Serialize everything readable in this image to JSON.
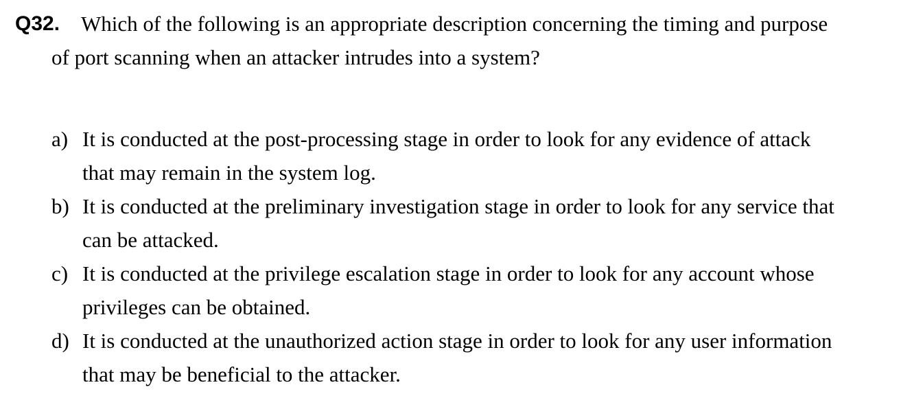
{
  "page": {
    "background_color": "#ffffff",
    "text_color": "#000000"
  },
  "question": {
    "number": "Q32.",
    "lines": [
      "Which of the following is an appropriate description concerning the timing and purpose",
      "of port scanning when an attacker intrudes into a system?"
    ]
  },
  "options": [
    {
      "marker": "a)",
      "lines": [
        "It is conducted at the post-processing stage in order to look for any evidence of attack",
        "that may remain in the system log."
      ]
    },
    {
      "marker": "b)",
      "lines": [
        "It is conducted at the preliminary investigation stage in order to look for any service that",
        "can be attacked."
      ]
    },
    {
      "marker": "c)",
      "lines": [
        "It is conducted at the privilege escalation stage in order to look for any account whose",
        "privileges can be obtained."
      ]
    },
    {
      "marker": "d)",
      "lines": [
        "It is conducted at the unauthorized action stage in order to look for any user information",
        "that may be beneficial to the attacker."
      ]
    }
  ]
}
